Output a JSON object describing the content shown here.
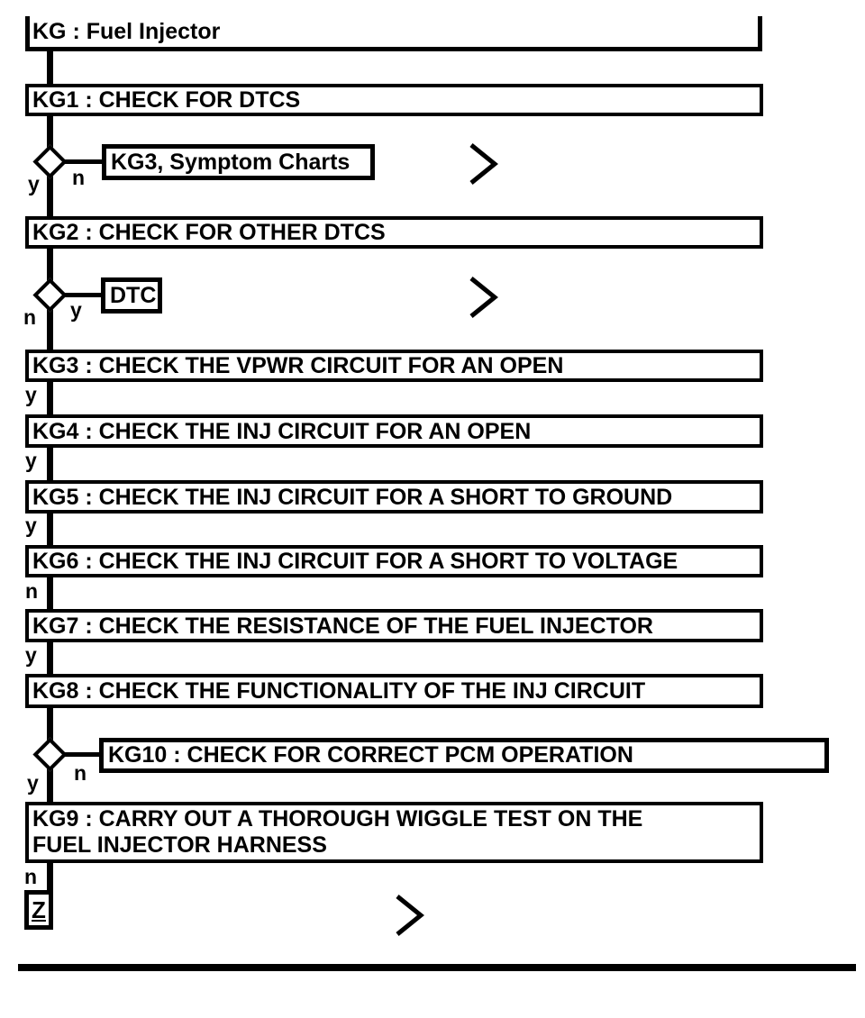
{
  "diagram": {
    "title": "KG : Fuel Injector",
    "steps": [
      {
        "id": "KG1",
        "label": "KG1 : CHECK FOR DTCS"
      },
      {
        "id": "KG2",
        "label": "KG2 : CHECK FOR OTHER DTCS"
      },
      {
        "id": "KG3",
        "label": "KG3 : CHECK THE VPWR CIRCUIT FOR AN OPEN"
      },
      {
        "id": "KG4",
        "label": "KG4 : CHECK THE INJ CIRCUIT FOR AN OPEN"
      },
      {
        "id": "KG5",
        "label": "KG5 : CHECK THE INJ CIRCUIT FOR A SHORT TO GROUND"
      },
      {
        "id": "KG6",
        "label": "KG6 : CHECK THE INJ CIRCUIT FOR A SHORT TO VOLTAGE"
      },
      {
        "id": "KG7",
        "label": "KG7 : CHECK THE RESISTANCE OF THE FUEL INJECTOR"
      },
      {
        "id": "KG8",
        "label": "KG8 : CHECK THE FUNCTIONALITY OF THE INJ CIRCUIT"
      },
      {
        "id": "KG9",
        "label": "KG9 : CARRY OUT A THOROUGH WIGGLE TEST ON THE\nFUEL INJECTOR HARNESS"
      }
    ],
    "references": {
      "symptom_charts": "KG3, Symptom Charts",
      "dtc": "DTC",
      "kg10": "KG10 : CHECK FOR CORRECT PCM OPERATION",
      "z_connector": "Z"
    },
    "labels": {
      "d1_yes": "y",
      "d1_no": "n",
      "d2_no": "n",
      "d2_yes": "y",
      "kg3_out": "y",
      "kg4_out": "y",
      "kg5_out": "y",
      "kg6_out": "n",
      "kg7_out": "y",
      "d3_yes": "y",
      "d3_no": "n",
      "kg9_out": "n"
    },
    "colors": {
      "foreground": "#000000",
      "background": "#ffffff"
    }
  }
}
